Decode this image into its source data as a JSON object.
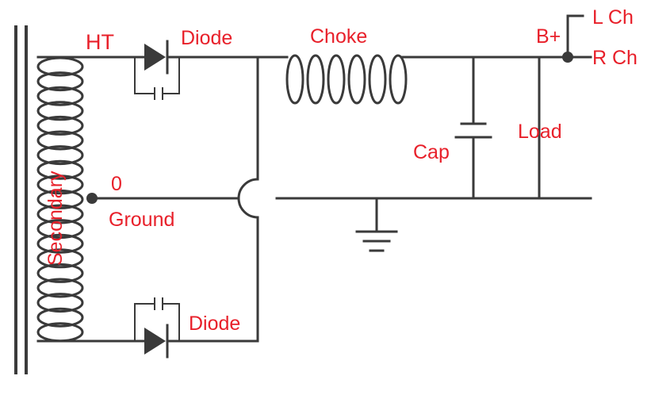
{
  "labels": {
    "ht": "HT",
    "diode_top": "Diode",
    "diode_bottom": "Diode",
    "choke": "Choke",
    "bplus": "B+",
    "l_ch": "L Ch",
    "r_ch": "R Ch",
    "cap": "Cap",
    "load": "Load",
    "zero": "0",
    "ground": "Ground",
    "secondary": "Secondary"
  },
  "colors": {
    "label": "#e8202a",
    "wire": "#3a3a3a",
    "background": "#ffffff"
  }
}
